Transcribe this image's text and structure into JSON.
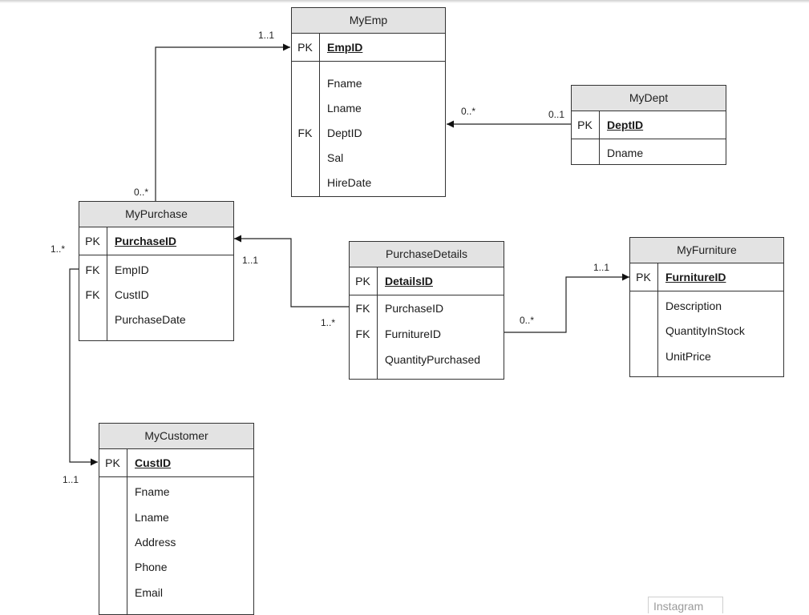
{
  "entities": {
    "myemp": {
      "name": "MyEmp",
      "pk": {
        "key": "PK",
        "field": "EmpID"
      },
      "fields": [
        {
          "key": "",
          "name": "Fname"
        },
        {
          "key": "",
          "name": "Lname"
        },
        {
          "key": "FK",
          "name": "DeptID"
        },
        {
          "key": "",
          "name": "Sal"
        },
        {
          "key": "",
          "name": "HireDate"
        }
      ]
    },
    "mydept": {
      "name": "MyDept",
      "pk": {
        "key": "PK",
        "field": "DeptID"
      },
      "fields": [
        {
          "key": "",
          "name": "Dname"
        }
      ]
    },
    "mypurchase": {
      "name": "MyPurchase",
      "pk": {
        "key": "PK",
        "field": "PurchaseID"
      },
      "fields": [
        {
          "key": "FK",
          "name": "EmpID"
        },
        {
          "key": "FK",
          "name": "CustID"
        },
        {
          "key": "",
          "name": "PurchaseDate"
        }
      ]
    },
    "purchasedetails": {
      "name": "PurchaseDetails",
      "pk": {
        "key": "PK",
        "field": "DetailsID"
      },
      "fields": [
        {
          "key": "FK",
          "name": "PurchaseID"
        },
        {
          "key": "FK",
          "name": "FurnitureID"
        },
        {
          "key": "",
          "name": "QuantityPurchased"
        }
      ]
    },
    "myfurniture": {
      "name": "MyFurniture",
      "pk": {
        "key": "PK",
        "field": "FurnitureID"
      },
      "fields": [
        {
          "key": "",
          "name": "Description"
        },
        {
          "key": "",
          "name": "QuantityInStock"
        },
        {
          "key": "",
          "name": "UnitPrice"
        }
      ]
    },
    "mycustomer": {
      "name": "MyCustomer",
      "pk": {
        "key": "PK",
        "field": "CustID"
      },
      "fields": [
        {
          "key": "",
          "name": "Fname"
        },
        {
          "key": "",
          "name": "Lname"
        },
        {
          "key": "",
          "name": "Address"
        },
        {
          "key": "",
          "name": "Phone"
        },
        {
          "key": "",
          "name": "Email"
        }
      ]
    }
  },
  "multiplicities": {
    "purchase_emp_at_emp": "1..1",
    "purchase_emp_at_purchase": "0..*",
    "emp_dept_at_emp": "0..*",
    "emp_dept_at_dept": "0..1",
    "purchase_details_at_purchase": "1..1",
    "purchase_details_at_details": "1..*",
    "details_furniture_at_details": "0..*",
    "details_furniture_at_furniture": "1..1",
    "purchase_customer_at_purchase": "1..*",
    "purchase_customer_at_customer": "1..1"
  },
  "watermark": "Instagram"
}
